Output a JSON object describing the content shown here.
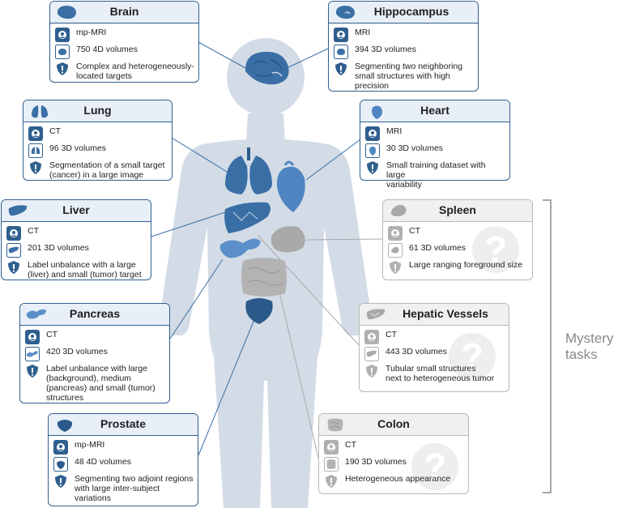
{
  "colors": {
    "accent": "#2f5f8f",
    "known_organ": "#3a6fa6",
    "mystery_organ": "#a9a9a9",
    "body": "#d3dce6"
  },
  "icons": {
    "modality": "person-scan-icon",
    "volumes": "volume-icon",
    "challenge": "alert-shield-icon"
  },
  "tasks": {
    "brain": {
      "title": "Brain",
      "modality": "mp-MRI",
      "volumes": "750 4D volumes",
      "challenge": "Complex and heterogeneously-\nlocated targets"
    },
    "hippocampus": {
      "title": "Hippocampus",
      "modality": "MRI",
      "volumes": "394 3D volumes",
      "challenge": "Segmenting two neighboring\nsmall structures with high\nprecision"
    },
    "lung": {
      "title": "Lung",
      "modality": "CT",
      "volumes": "96 3D volumes",
      "challenge": "Segmentation of a small target\n(cancer) in a large image"
    },
    "heart": {
      "title": "Heart",
      "modality": "MRI",
      "volumes": "30 3D volumes",
      "challenge": "Small training dataset with large\nvariability"
    },
    "liver": {
      "title": "Liver",
      "modality": "CT",
      "volumes": "201 3D volumes",
      "challenge": "Label unbalance with a large\n(liver) and small (tumor) target"
    },
    "spleen": {
      "title": "Spleen",
      "modality": "CT",
      "volumes": "61 3D volumes",
      "challenge": "Large ranging foreground size"
    },
    "pancreas": {
      "title": "Pancreas",
      "modality": "CT",
      "volumes": "420 3D volumes",
      "challenge": "Label unbalance with large\n(background), medium\n(pancreas) and small (tumor)\nstructures"
    },
    "hepatic_vessels": {
      "title": "Hepatic Vessels",
      "modality": "CT",
      "volumes": "443 3D volumes",
      "challenge": "Tubular small structures\nnext to heterogeneous tumor"
    },
    "prostate": {
      "title": "Prostate",
      "modality": "mp-MRI",
      "volumes": "48 4D volumes",
      "challenge": "Segmenting two adjoint regions\nwith large inter-subject\nvariations"
    },
    "colon": {
      "title": "Colon",
      "modality": "CT",
      "volumes": "190 3D volumes",
      "challenge": "Heterogeneous appearance"
    }
  },
  "mystery_label": "Mystery\ntasks",
  "mystery_glyph": "?"
}
